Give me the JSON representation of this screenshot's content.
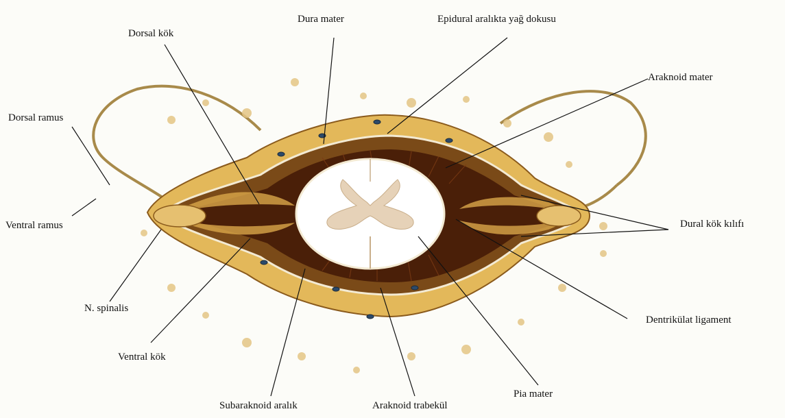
{
  "labels": {
    "dorsal_kok": "Dorsal kök",
    "dura_mater": "Dura mater",
    "epidural_yag": "Epidural aralıkta yağ dokusu",
    "araknoid_mater": "Araknoid mater",
    "dorsal_ramus": "Dorsal ramus",
    "ventral_ramus": "Ventral ramus",
    "dural_kok_kilifi": "Dural kök kılıfı",
    "n_spinalis": "N. spinalis",
    "dentrikulat_ligament": "Dentrikülat ligament",
    "ventral_kok": "Ventral kök",
    "subaraknoid_aralik": "Subaraknoid aralık",
    "araknoid_trabekul": "Araknoid trabekül",
    "pia_mater": "Pia mater"
  },
  "colors": {
    "fat": "#e3b85a",
    "fat_light": "#f0d38c",
    "dura": "#7a4a18",
    "subarachnoid": "#4a1f08",
    "cord": "#ffffff",
    "grey_matter": "#e6d2b8",
    "leader": "#111111"
  }
}
